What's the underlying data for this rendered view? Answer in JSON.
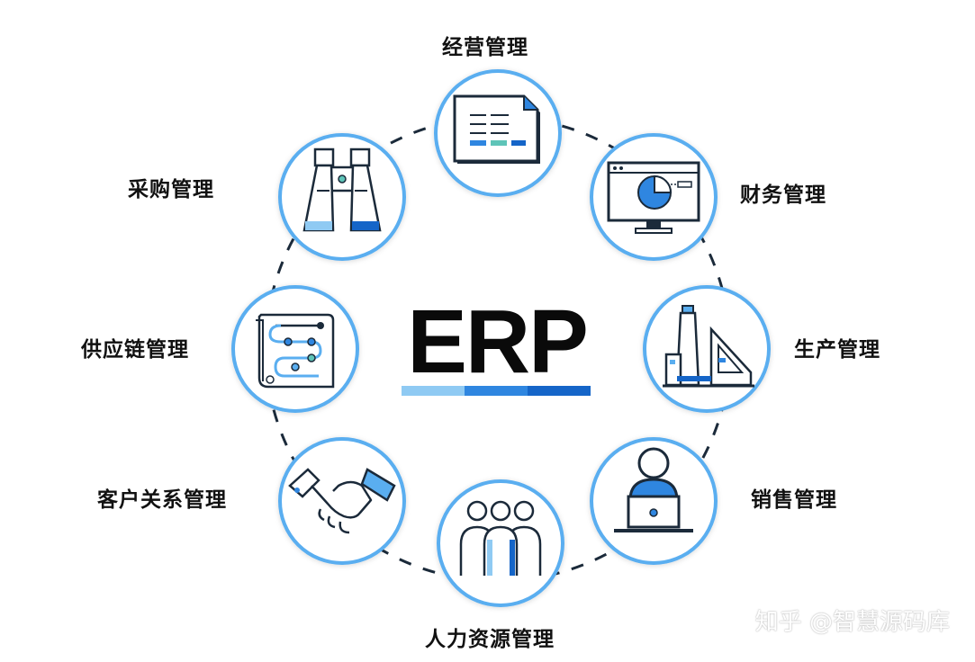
{
  "title": "ERP",
  "modules": [
    {
      "label": "经营管理",
      "icon": "report-document-icon"
    },
    {
      "label": "财务管理",
      "icon": "monitor-pie-chart-icon"
    },
    {
      "label": "生产管理",
      "icon": "factory-icon"
    },
    {
      "label": "销售管理",
      "icon": "person-laptop-icon"
    },
    {
      "label": "人力资源管理",
      "icon": "people-group-icon"
    },
    {
      "label": "客户关系管理",
      "icon": "handshake-icon"
    },
    {
      "label": "供应链管理",
      "icon": "supply-chain-flow-icon"
    },
    {
      "label": "采购管理",
      "icon": "binoculars-icon"
    }
  ],
  "watermark": "知乎 @智慧源码库",
  "colors": {
    "ring": "#5aaef0",
    "light_blue": "#8fcaf3",
    "mid_blue": "#2f86e0",
    "dark_blue": "#1565c8",
    "teal": "#5ec4b8",
    "text": "#111111"
  }
}
